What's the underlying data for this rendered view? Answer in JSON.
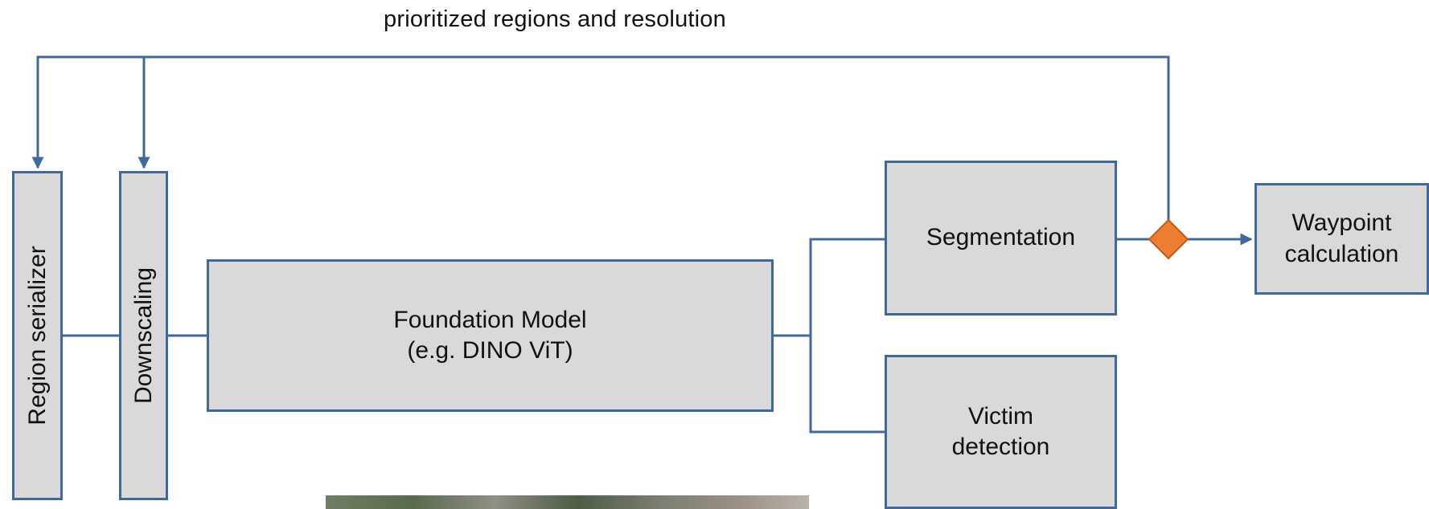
{
  "diagram": {
    "feedback_label": "prioritized regions and resolution",
    "blocks": {
      "region_serializer": "Region serializer",
      "downscaling": "Downscaling",
      "foundation_model": "Foundation Model\n(e.g. DINO ViT)",
      "segmentation": "Segmentation",
      "victim_detection": "Victim\ndetection",
      "waypoint_calculation": "Waypoint\ncalculation"
    },
    "colors": {
      "block_fill": "#d9d9d9",
      "line": "#41689a",
      "decision": "#ed7d31"
    },
    "icons": [
      "arrow-head",
      "decision-diamond"
    ]
  }
}
